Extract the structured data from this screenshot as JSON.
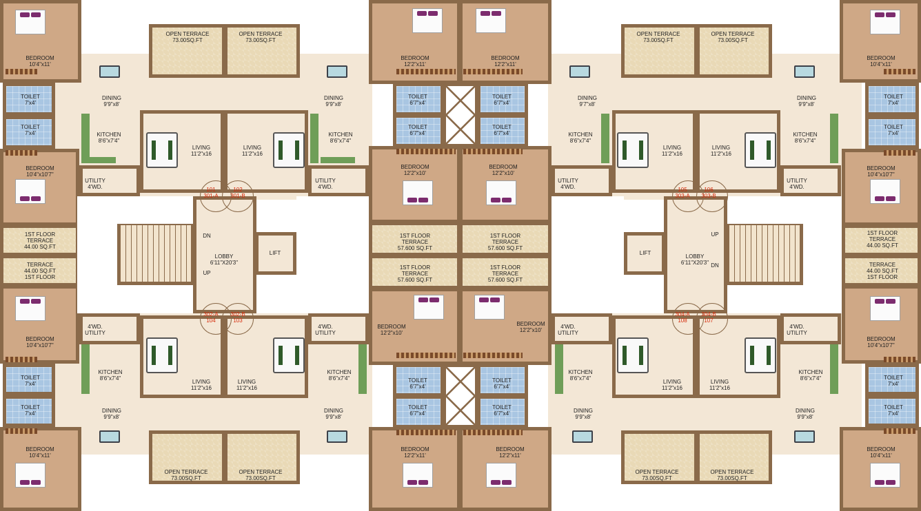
{
  "colors": {
    "wall": "#8a6a4a",
    "bedroom_floor": "#cfa886",
    "terrace": "#e9d9b6",
    "toilet": "#a9c6e2",
    "living_floor": "#f3e7d6",
    "unit_number": "#d62a0a",
    "kitchen_counter": "#6f9e58"
  },
  "labels": {
    "bed_10_4x11": [
      "BEDROOM",
      "10'4\"x11'"
    ],
    "bed_10_4x10_7": [
      "BEDROOM",
      "10'4\"x10'7\""
    ],
    "bed_12_2x11": [
      "BEDROOM",
      "12'2\"x11'"
    ],
    "bed_12_2x10": [
      "BEDROOM",
      "12'2\"x10'"
    ],
    "toilet_7x4": [
      "TOILET",
      "7'x4'"
    ],
    "toilet_6_7x4": [
      "TOILET",
      "6'7\"x4'"
    ],
    "dining_9_9x8": [
      "DINING",
      "9'9\"x8'"
    ],
    "dining_9_7x8": [
      "DINING",
      "9'7\"x8'"
    ],
    "kitchen": [
      "KITCHEN",
      "8'6\"x7'4\""
    ],
    "living": [
      "LIVING",
      "11'2\"x16"
    ],
    "utility": [
      "UTILITY",
      "4'WD."
    ],
    "utility_rev": [
      "4'WD.",
      "UTILITY"
    ],
    "open_terrace": [
      "OPEN TERRACE",
      "73.00SQ.FT"
    ],
    "ff_terrace_44": [
      "1ST FLOOR",
      "TERRACE",
      "44.00 SQ.FT"
    ],
    "ff_terrace_44_rev": [
      "TERRACE",
      "44.00 SQ.FT",
      "1ST FLOOR"
    ],
    "ff_terrace_57": [
      "1ST FLOOR",
      "TERRACE",
      "57.600 SQ.FT"
    ],
    "lobby": [
      "LOBBY",
      "6'11\"X20'3\""
    ],
    "lift": "LIFT",
    "up": "UP",
    "dn": "DN"
  },
  "units": {
    "u101": [
      "101",
      "301-A"
    ],
    "u102": [
      "102",
      "301-B"
    ],
    "u104": [
      "302-A",
      "104"
    ],
    "u103": [
      "302-B",
      "103"
    ],
    "u105": [
      "105",
      "303-A"
    ],
    "u106": [
      "106",
      "303-B"
    ],
    "u108": [
      "304-A",
      "108"
    ],
    "u107": [
      "304-B",
      "107"
    ]
  }
}
